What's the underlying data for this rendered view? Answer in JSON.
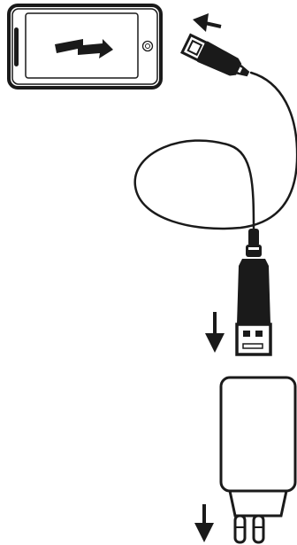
{
  "diagram": {
    "steps": [
      {
        "action": "disconnect-micro-usb-from-phone",
        "arrow_direction": "left"
      },
      {
        "action": "unplug-usb-from-charger",
        "arrow_direction": "down"
      },
      {
        "action": "unplug-charger-from-socket",
        "arrow_direction": "down"
      }
    ],
    "icons": [
      "smartphone-icon",
      "charging-bolt-icon",
      "micro-usb-connector-icon",
      "usb-cable-icon",
      "usb-a-connector-icon",
      "wall-charger-icon",
      "arrow-left-icon",
      "arrow-down-icon"
    ],
    "colors": {
      "ink": "#1a1a1a",
      "background": "#ffffff",
      "device_fill": "#ffffff"
    }
  }
}
